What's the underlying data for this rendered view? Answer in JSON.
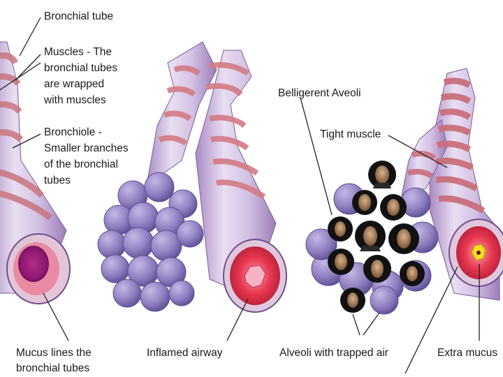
{
  "labels": {
    "bronchial_tube": "Bronchial tube",
    "muscles": [
      "Muscles - The",
      "bronchial tubes",
      "are wrapped",
      "with muscles"
    ],
    "bronchiole": [
      "Bronchiole -",
      "Smaller branches",
      "of the bronchial",
      "tubes"
    ],
    "belligerent_alveoli": "Belligerent Aveoli",
    "tight_muscle": "Tight muscle",
    "mucus_lines": [
      "Mucus lines the",
      "bronchial tubes"
    ],
    "inflamed_airway": "Inflamed airway",
    "alveoli_trapped_air": "Alveoli with trapped air",
    "extra_mucus": "Extra mucus"
  },
  "colors": {
    "tube": "#d8c6e6",
    "tube_shade": "#a98cc4",
    "muscle_band": "#e7a2a8",
    "alveoli": "#8f7fc0",
    "alveoli_shade": "#6e5fa4",
    "mucus": "#a0207e",
    "inflamed": "#e23050",
    "extra_mucus": "#f4df25"
  }
}
